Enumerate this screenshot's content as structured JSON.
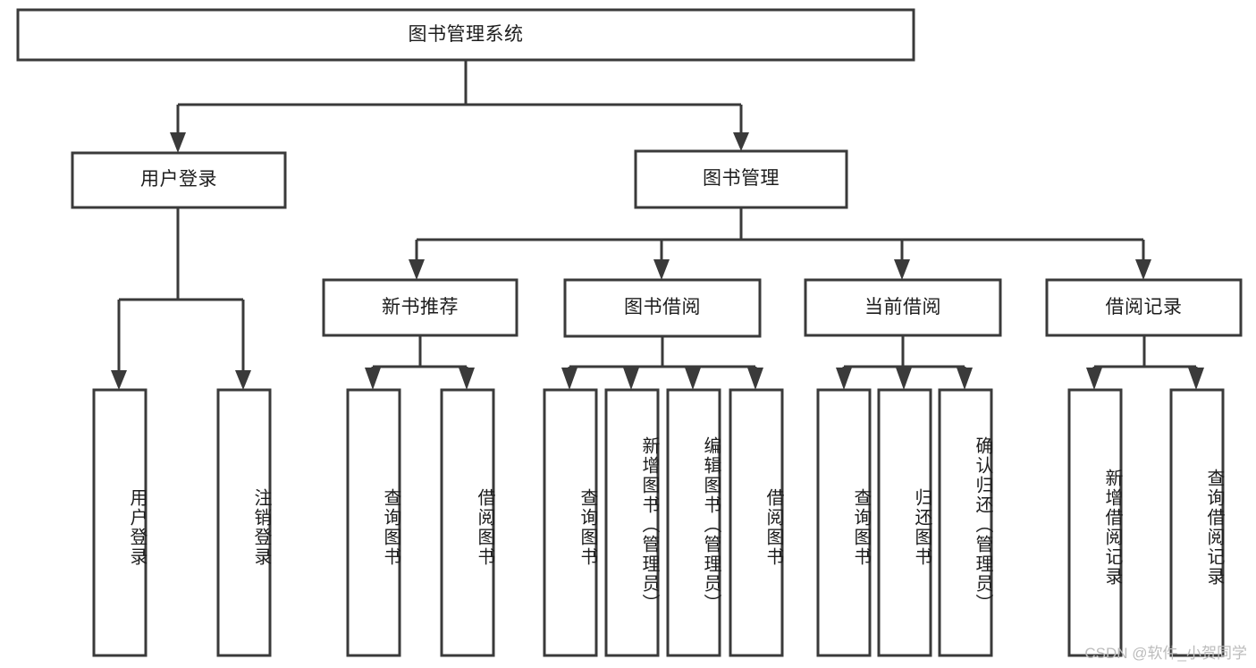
{
  "diagram": {
    "type": "tree",
    "title": "图书管理系统",
    "watermark": "CSDN @软件_小贺同学",
    "colors": {
      "stroke": "#3a3a3a",
      "fill": "#ffffff",
      "text": "#1d1d1d",
      "watermark": "#bcbcbc"
    },
    "nodes": {
      "root": {
        "label": "图书管理系统"
      },
      "level2": [
        {
          "id": "user-login",
          "label": "用户登录"
        },
        {
          "id": "book-manage",
          "label": "图书管理"
        }
      ],
      "level3": [
        {
          "id": "new-book-rec",
          "label": "新书推荐"
        },
        {
          "id": "book-borrow",
          "label": "图书借阅"
        },
        {
          "id": "current-borrow",
          "label": "当前借阅"
        },
        {
          "id": "borrow-record",
          "label": "借阅记录"
        }
      ],
      "leaves": [
        {
          "id": "leaf-user-login",
          "label": "用户登录",
          "parent": "user-login"
        },
        {
          "id": "leaf-user-logout",
          "label": "注销登录",
          "parent": "user-login"
        },
        {
          "id": "leaf-query-book-1",
          "label": "查询图书",
          "parent": "new-book-rec"
        },
        {
          "id": "leaf-borrow-book-1",
          "label": "借阅图书",
          "parent": "new-book-rec"
        },
        {
          "id": "leaf-query-book-2",
          "label": "查询图书",
          "parent": "book-borrow"
        },
        {
          "id": "leaf-add-book",
          "label": "新增图书（管理员）",
          "parent": "book-borrow"
        },
        {
          "id": "leaf-edit-book",
          "label": "编辑图书（管理员）",
          "parent": "book-borrow"
        },
        {
          "id": "leaf-borrow-book-2",
          "label": "借阅图书",
          "parent": "book-borrow"
        },
        {
          "id": "leaf-query-book-3",
          "label": "查询图书",
          "parent": "current-borrow"
        },
        {
          "id": "leaf-return-book",
          "label": "归还图书",
          "parent": "current-borrow"
        },
        {
          "id": "leaf-confirm-return",
          "label": "确认归还（管理员）",
          "parent": "current-borrow"
        },
        {
          "id": "leaf-add-record",
          "label": "新增借阅记录",
          "parent": "borrow-record"
        },
        {
          "id": "leaf-query-record",
          "label": "查询借阅记录",
          "parent": "borrow-record"
        }
      ]
    }
  }
}
